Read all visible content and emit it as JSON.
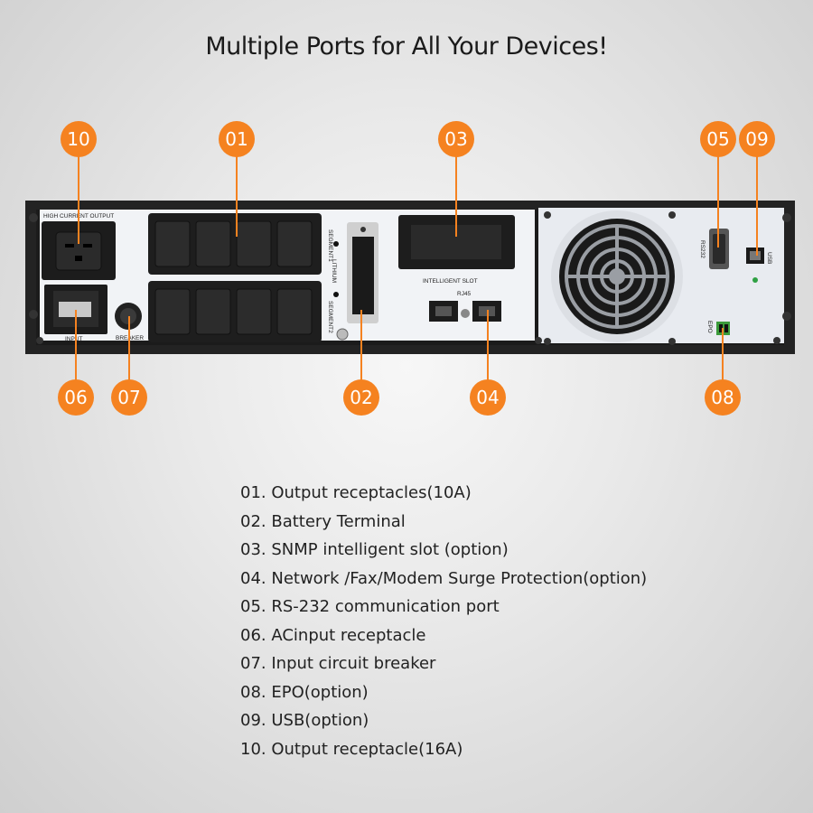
{
  "title": "Multiple Ports for All Your Devices!",
  "accent_color": "#f58220",
  "panel_labels": {
    "high_current_output": "HIGH CURRENT OUTPUT",
    "input": "INPUT",
    "breaker": "BREAKER",
    "lithium": "LITHIUM",
    "segment1": "SEGMENT1",
    "segment2": "SEGMENT2",
    "intelligent_slot": "INTELLIGENT SLOT",
    "rj45": "RJ45",
    "rs232": "RS232",
    "usb": "USB",
    "epo": "EPO"
  },
  "callouts": {
    "c01": "01",
    "c02": "02",
    "c03": "03",
    "c04": "04",
    "c05": "05",
    "c06": "06",
    "c07": "07",
    "c08": "08",
    "c09": "09",
    "c10": "10"
  },
  "legend": [
    "01. Output receptacles(10A)",
    "02. Battery Terminal",
    "03. SNMP intelligent slot (option)",
    "04. Network /Fax/Modem Surge Protection(option)",
    "05. RS-232 communication port",
    "06. ACinput receptacle",
    "07. Input circuit breaker",
    "08. EPO(option)",
    "09. USB(option)",
    "10. Output receptacle(16A)"
  ]
}
